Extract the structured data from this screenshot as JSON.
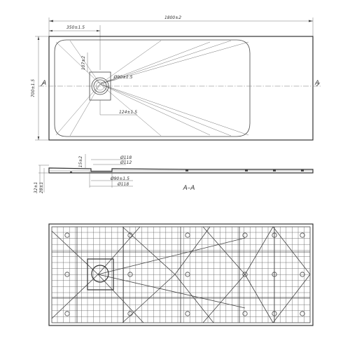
{
  "top_view": {
    "overall_length": "1800±2",
    "drain_offset": "350±1.5",
    "drain_inset": "107±2",
    "width": "700±1.5",
    "drain_diameter": "Ø90±1.5",
    "drain_flange": "124±1.5",
    "section_marker": "A"
  },
  "section_view": {
    "dim_lip": "15±2",
    "dim_d1": "Ø118",
    "dim_d2": "Ø112",
    "dim_d3": "Ø90±1.5",
    "dim_d4": "Ø118",
    "dim_total_height": "32±1",
    "dim_body_height": "28±1",
    "section_label": "A–A"
  }
}
